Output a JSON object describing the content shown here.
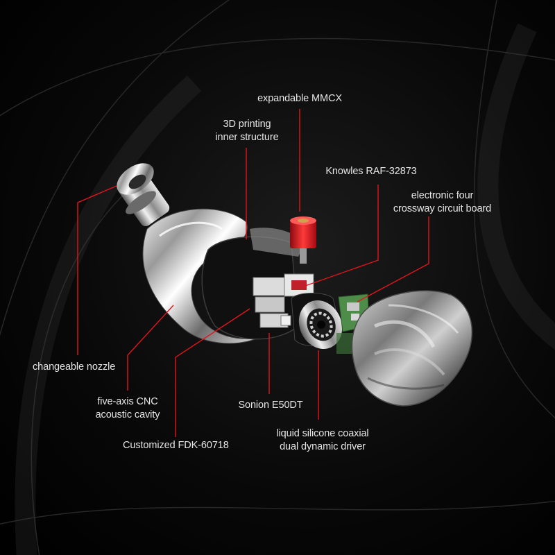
{
  "colors": {
    "background": "#000000",
    "callout_line": "#e2141c",
    "label_text": "#e6e6e6",
    "connector_red": "#d0141a",
    "board_green": "#4e8c4a"
  },
  "labels": {
    "mmcx": [
      "expandable MMCX"
    ],
    "inner_structure": [
      "3D printing",
      "inner structure"
    ],
    "knowles": [
      "Knowles RAF-32873"
    ],
    "circuit_board": [
      "electronic four",
      "crossway circuit board"
    ],
    "nozzle": [
      "changeable nozzle"
    ],
    "cavity": [
      "five-axis CNC",
      "acoustic cavity"
    ],
    "sonion": [
      "Sonion  E50DT"
    ],
    "fdk": [
      "Customized FDK-60718"
    ],
    "driver": [
      "liquid silicone coaxial",
      "dual dynamic driver"
    ]
  }
}
